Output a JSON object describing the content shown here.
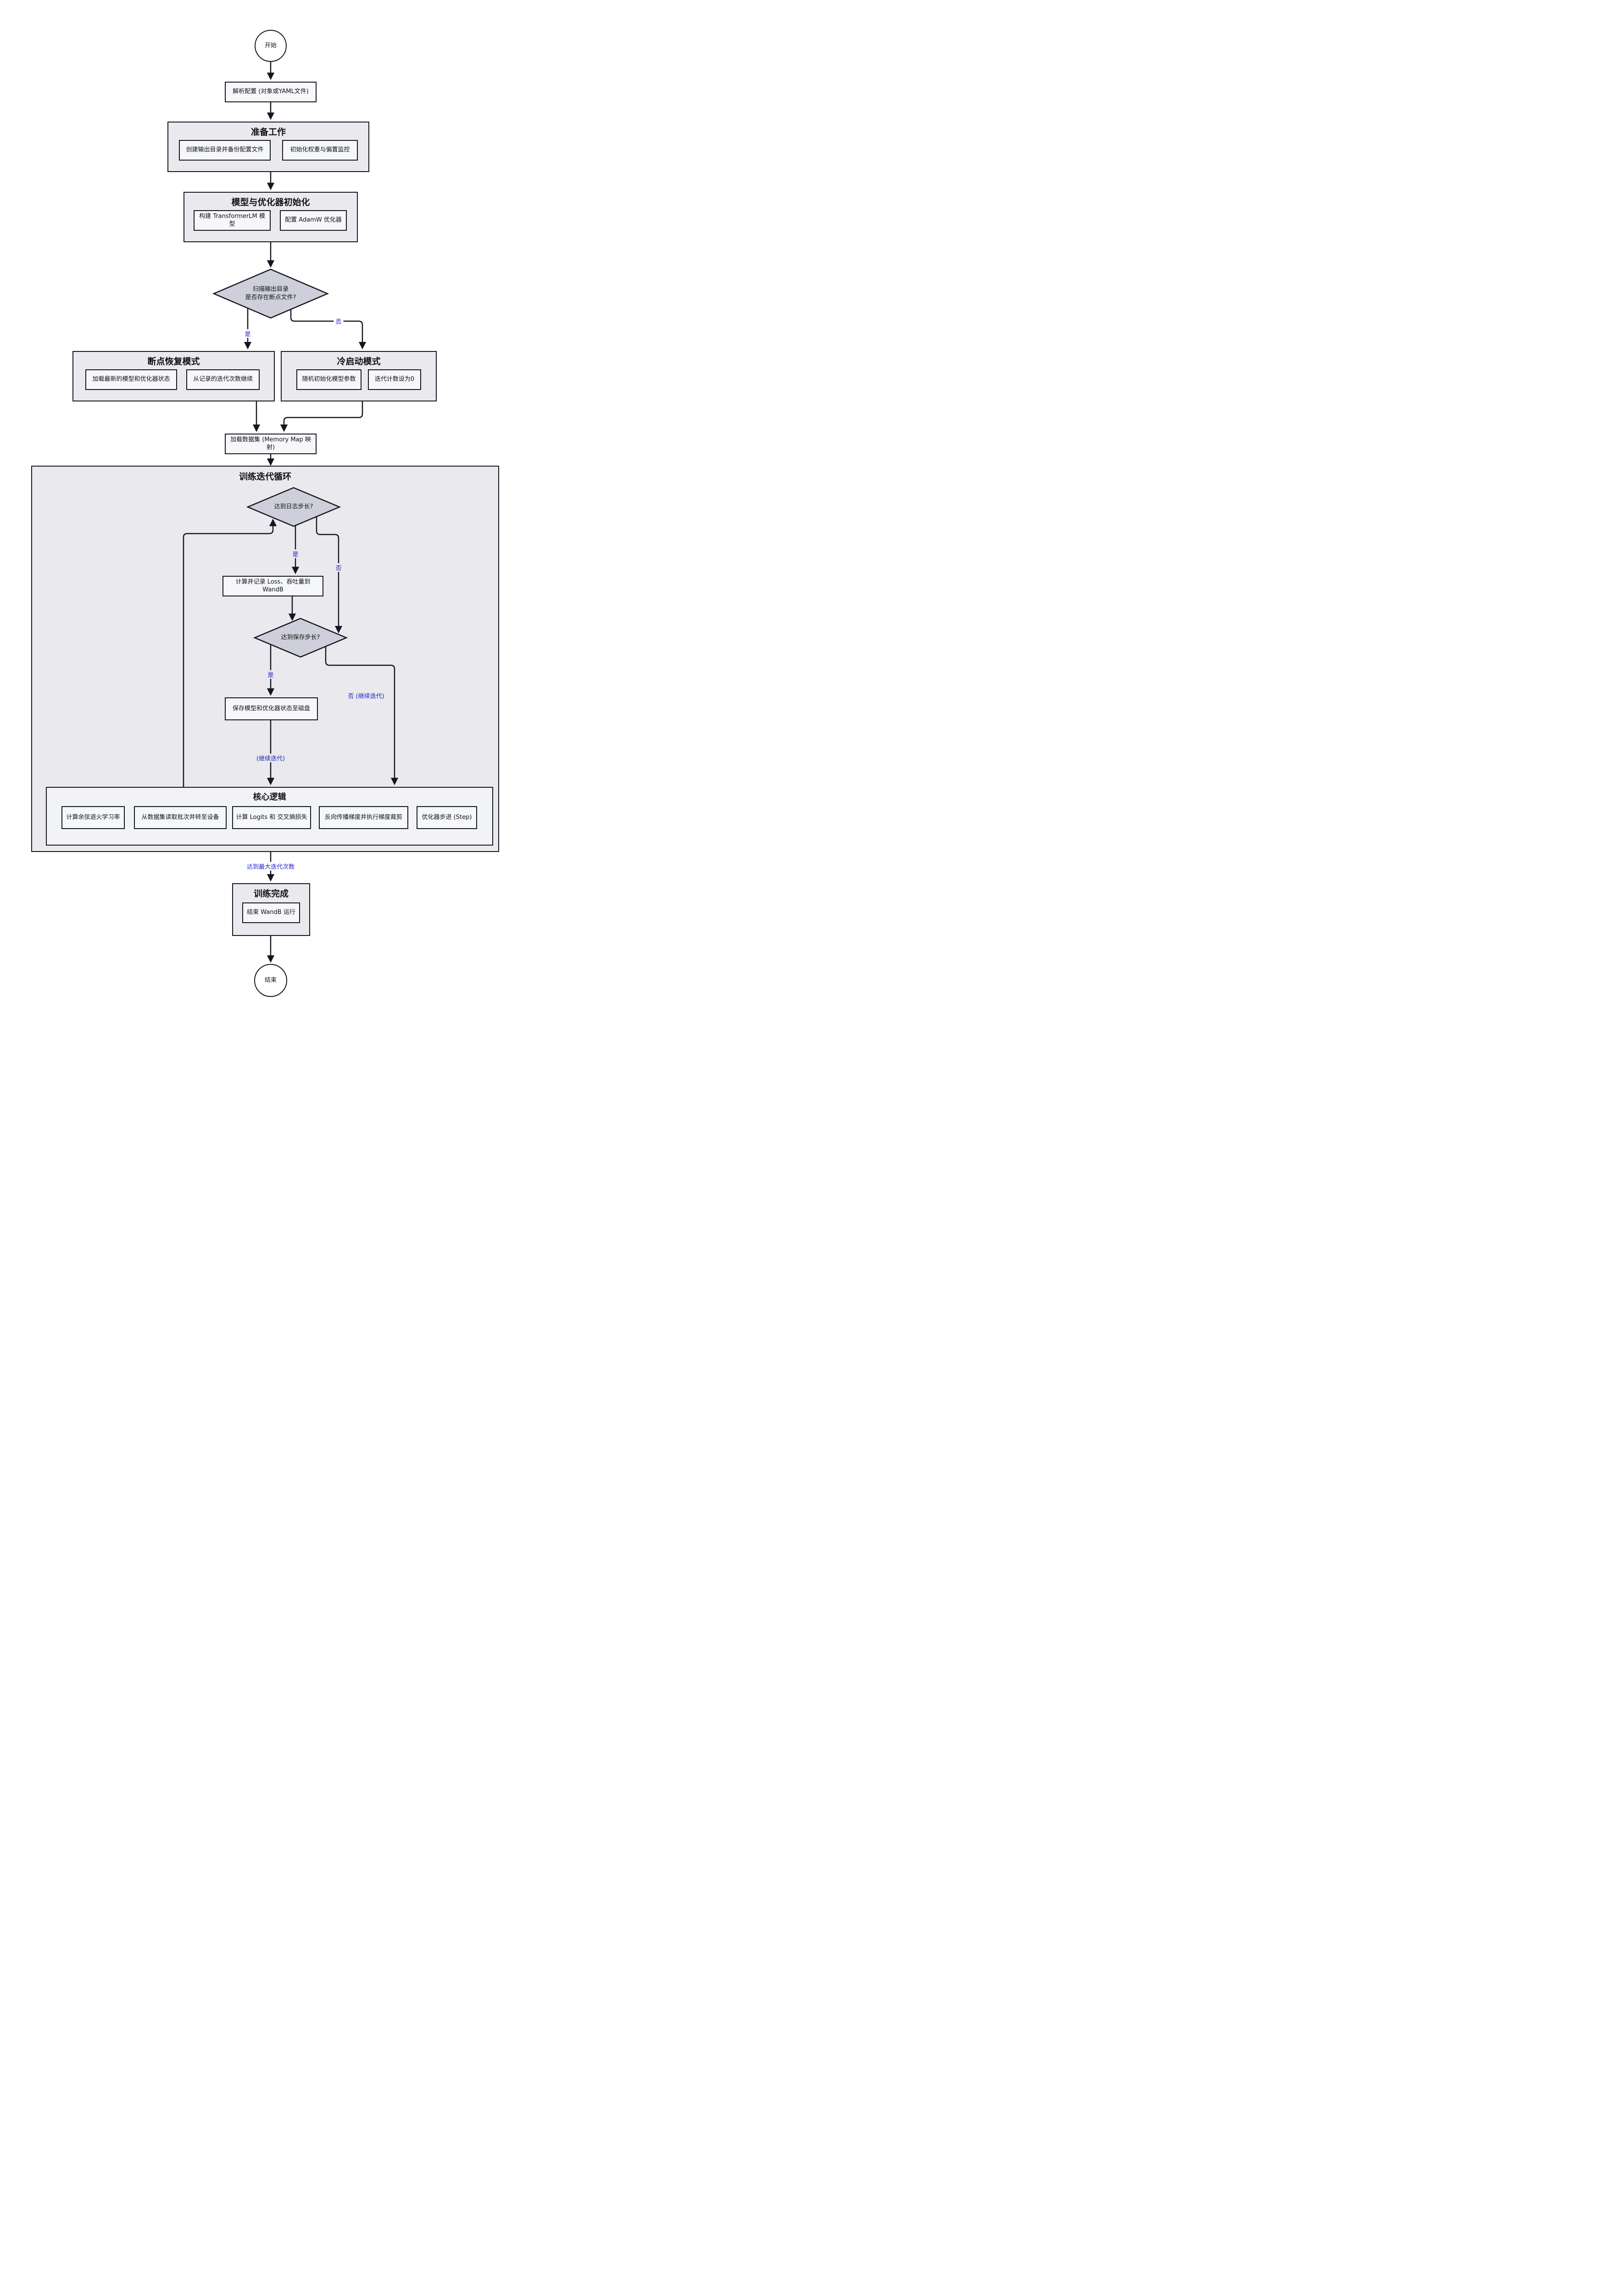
{
  "colors": {
    "edge": "#16161f",
    "node_border": "#16161f",
    "node_fill": "#f6f7fa",
    "subgraph_fill": "#e9e9ee",
    "diamond_fill": "#cfcfdc",
    "edge_label": "#2323cf",
    "background": "#ffffff"
  },
  "nodes": {
    "start": "开始",
    "parse": "解析配置 (对象或YAML文件)",
    "prep": {
      "title": "准备工作",
      "items": [
        "创建输出目录并备份配置文件",
        "初始化权重与偏置监控"
      ]
    },
    "model_init": {
      "title": "模型与优化器初始化",
      "items": [
        "构建 TransformerLM 模型",
        "配置 AdamW 优化器"
      ]
    },
    "scan": {
      "line1": "扫描输出目录",
      "line2": "是否存在断点文件?"
    },
    "resume": {
      "title": "断点恢复模式",
      "items": [
        "加载最新的模型和优化器状态",
        "从记录的迭代次数继续"
      ]
    },
    "cold": {
      "title": "冷启动模式",
      "items": [
        "随机初始化模型参数",
        "迭代计数设为0"
      ]
    },
    "load": "加载数据集 (Memory Map 映射)",
    "loop": {
      "title": "训练迭代循环"
    },
    "log_check": "达到日志步长?",
    "loss": "计算并记录 Loss、吞吐量到 WandB",
    "save_check": "达到保存步长?",
    "save": "保存模型和优化器状态至磁盘",
    "core": {
      "title": "核心逻辑",
      "items": [
        "计算余弦退火学习率",
        "从数据集读取批次并转至设备",
        "计算 Logits 和 交叉熵损失",
        "反向传播梯度并执行梯度裁剪",
        "优化器步进 (Step)"
      ]
    },
    "done": {
      "title": "训练完成",
      "items": [
        "结束 WandB 运行"
      ]
    },
    "end": "结束"
  },
  "edges": {
    "scan_yes": "是",
    "scan_no": "否",
    "log_yes": "是",
    "log_no": "否",
    "save_yes": "是",
    "save_no": "否 (继续迭代)",
    "continue": "(继续迭代)",
    "max_iter": "达到最大迭代次数"
  }
}
